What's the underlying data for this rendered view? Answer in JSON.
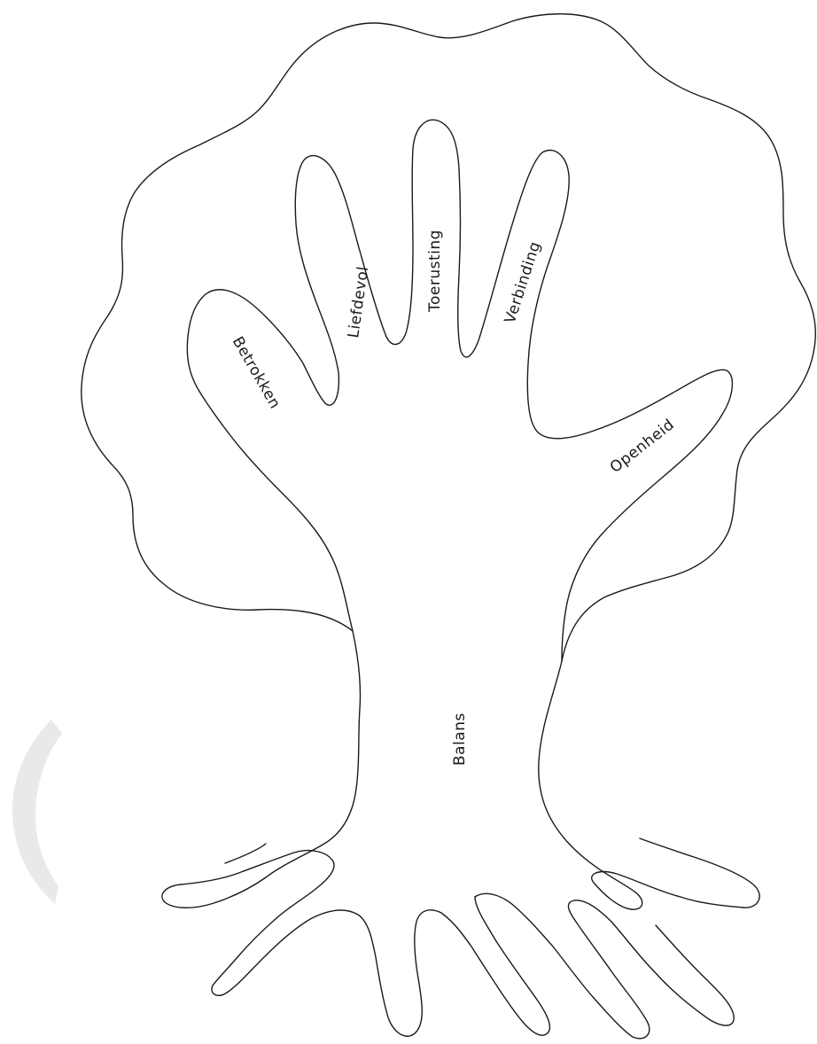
{
  "labels": {
    "betrokken": "Betrokken",
    "liefdevol": "Liefdevol",
    "toerusting": "Toerusting",
    "verbinding": "Verbinding",
    "openheid": "Openheid",
    "balans": "Balans"
  }
}
